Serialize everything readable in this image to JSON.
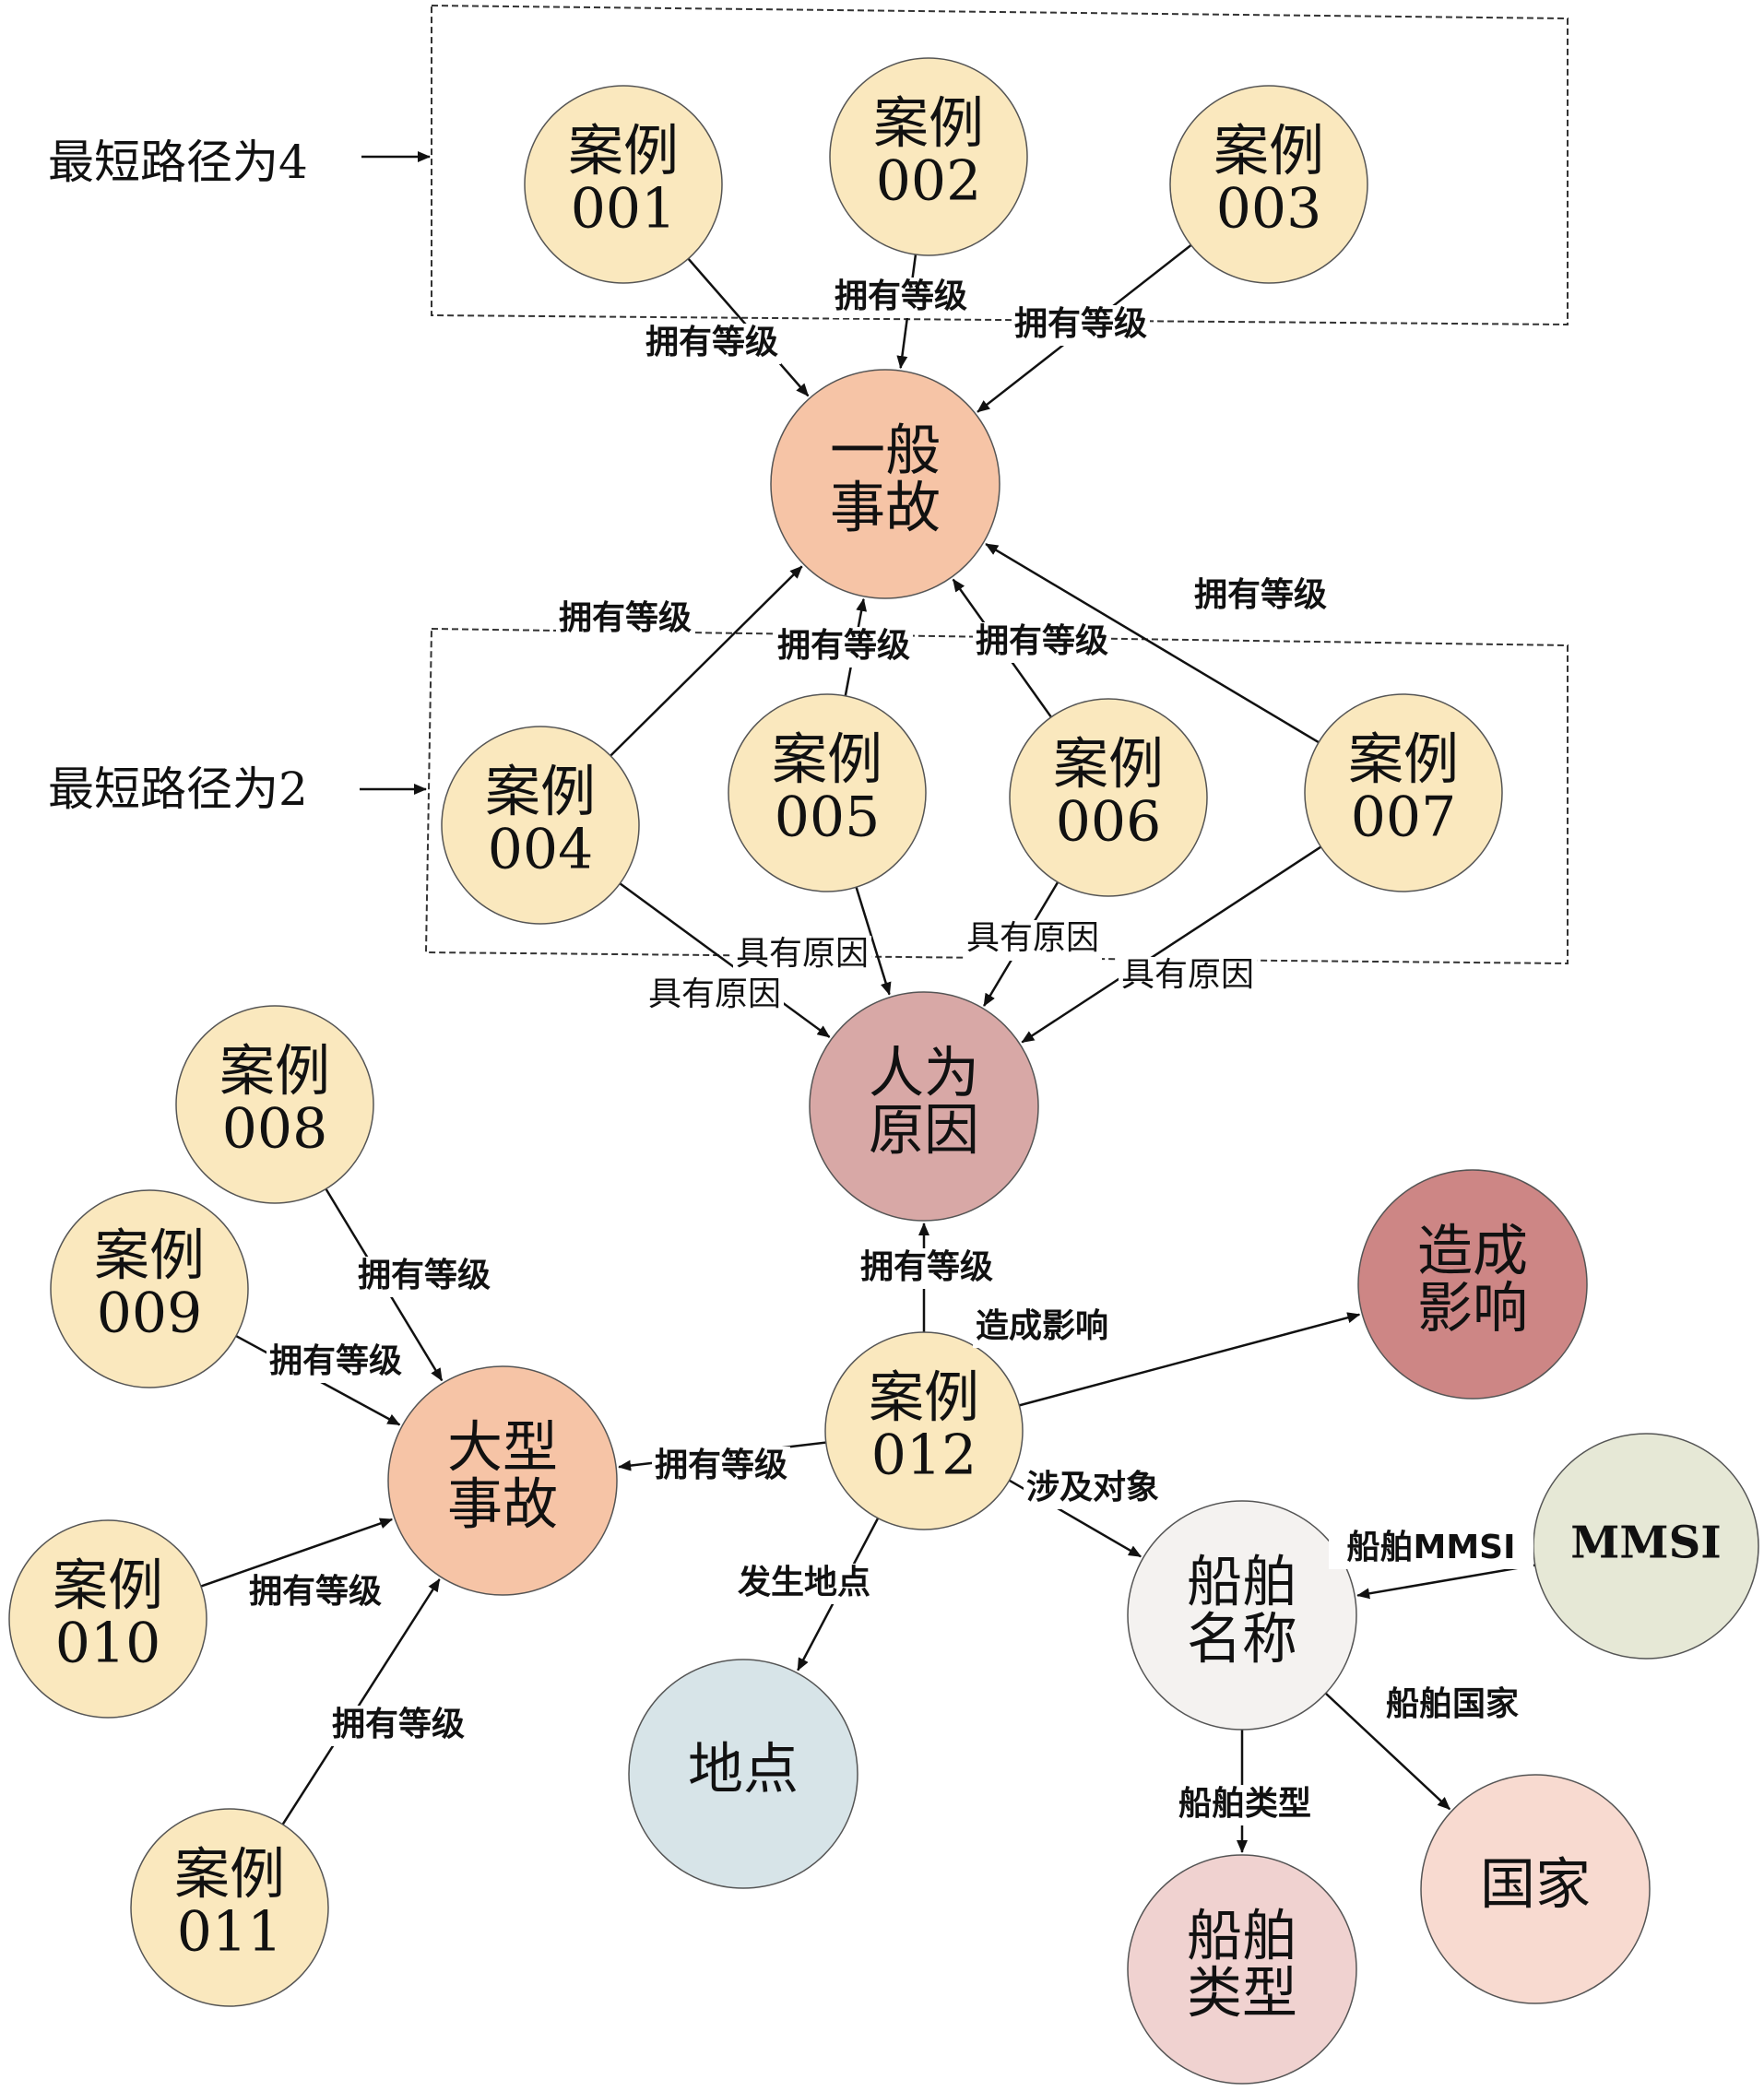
{
  "groups": [
    {
      "id": "g4",
      "label": "最短路径为4"
    },
    {
      "id": "g2",
      "label": "最短路径为2"
    }
  ],
  "nodes": [
    {
      "id": "c001",
      "lines": [
        "案例",
        "001"
      ],
      "color": "#FAE8BE"
    },
    {
      "id": "c002",
      "lines": [
        "案例",
        "002"
      ],
      "color": "#FAE8BE"
    },
    {
      "id": "c003",
      "lines": [
        "案例",
        "003"
      ],
      "color": "#FAE8BE"
    },
    {
      "id": "general",
      "lines": [
        "一般",
        "事故"
      ],
      "color": "#F6C4A6"
    },
    {
      "id": "c004",
      "lines": [
        "案例",
        "004"
      ],
      "color": "#FAE8BE"
    },
    {
      "id": "c005",
      "lines": [
        "案例",
        "005"
      ],
      "color": "#FAE8BE"
    },
    {
      "id": "c006",
      "lines": [
        "案例",
        "006"
      ],
      "color": "#FAE8BE"
    },
    {
      "id": "c007",
      "lines": [
        "案例",
        "007"
      ],
      "color": "#FAE8BE"
    },
    {
      "id": "human",
      "lines": [
        "人为",
        "原因"
      ],
      "color": "#D8A8A6"
    },
    {
      "id": "c008",
      "lines": [
        "案例",
        "008"
      ],
      "color": "#FAE8BE"
    },
    {
      "id": "c009",
      "lines": [
        "案例",
        "009"
      ],
      "color": "#FAE8BE"
    },
    {
      "id": "c010",
      "lines": [
        "案例",
        "010"
      ],
      "color": "#FAE8BE"
    },
    {
      "id": "c011",
      "lines": [
        "案例",
        "011"
      ],
      "color": "#FAE8BE"
    },
    {
      "id": "major",
      "lines": [
        "大型",
        "事故"
      ],
      "color": "#F6C4A6"
    },
    {
      "id": "c012",
      "lines": [
        "案例",
        "012"
      ],
      "color": "#FAE8BE"
    },
    {
      "id": "impact",
      "lines": [
        "造成",
        "影响"
      ],
      "color": "#CD8685"
    },
    {
      "id": "place",
      "lines": [
        "地点"
      ],
      "color": "#D7E4E8"
    },
    {
      "id": "shipname",
      "lines": [
        "船舶",
        "名称"
      ],
      "color": "#F4F2F0"
    },
    {
      "id": "mmsi",
      "lines": [
        "MMSI"
      ],
      "color": "#E6E8D6"
    },
    {
      "id": "country",
      "lines": [
        "国家"
      ],
      "color": "#F8DAD0"
    },
    {
      "id": "shiptype",
      "lines": [
        "船舶",
        "类型"
      ],
      "color": "#F0D2D0"
    }
  ],
  "edges": [
    {
      "from": "c001",
      "to": "general",
      "label": "拥有等级"
    },
    {
      "from": "c002",
      "to": "general",
      "label": "拥有等级"
    },
    {
      "from": "c003",
      "to": "general",
      "label": "拥有等级"
    },
    {
      "from": "c004",
      "to": "general",
      "label": "拥有等级"
    },
    {
      "from": "c005",
      "to": "general",
      "label": "拥有等级"
    },
    {
      "from": "c006",
      "to": "general",
      "label": "拥有等级"
    },
    {
      "from": "c007",
      "to": "general",
      "label": "拥有等级"
    },
    {
      "from": "c004",
      "to": "human",
      "label": "具有原因"
    },
    {
      "from": "c005",
      "to": "human",
      "label": "具有原因"
    },
    {
      "from": "c006",
      "to": "human",
      "label": "具有原因"
    },
    {
      "from": "c007",
      "to": "human",
      "label": "具有原因"
    },
    {
      "from": "c012",
      "to": "human",
      "label": "拥有等级"
    },
    {
      "from": "c012",
      "to": "impact",
      "label": "造成影响"
    },
    {
      "from": "c012",
      "to": "major",
      "label": "拥有等级"
    },
    {
      "from": "c012",
      "to": "place",
      "label": "发生地点"
    },
    {
      "from": "c012",
      "to": "shipname",
      "label": "涉及对象"
    },
    {
      "from": "c008",
      "to": "major",
      "label": "拥有等级"
    },
    {
      "from": "c009",
      "to": "major",
      "label": "拥有等级"
    },
    {
      "from": "c010",
      "to": "major",
      "label": "拥有等级"
    },
    {
      "from": "c011",
      "to": "major",
      "label": "拥有等级"
    },
    {
      "from": "mmsi",
      "to": "shipname",
      "label": "船舶MMSI"
    },
    {
      "from": "shipname",
      "to": "country",
      "label": "船舶国家"
    },
    {
      "from": "shipname",
      "to": "shiptype",
      "label": "船舶类型"
    }
  ]
}
